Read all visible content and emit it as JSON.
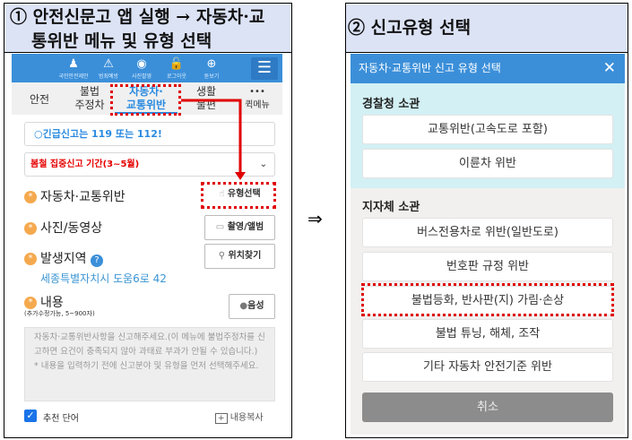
{
  "left_panel": {
    "title_line1": "① 안전신문고 앱 실행 → 자동차·교",
    "title_line2": "통위반 메뉴 및 유형 선택",
    "top_icons": [
      {
        "icon": "user-shield-icon",
        "glyph": "♟",
        "label": "국민안전제안"
      },
      {
        "icon": "siren-icon",
        "glyph": "⚠",
        "label": "범죄예방"
      },
      {
        "icon": "camera-icon",
        "glyph": "◉",
        "label": "사진촬영"
      },
      {
        "icon": "lock-icon",
        "glyph": "🔓",
        "label": "로그아웃"
      },
      {
        "icon": "zoom-icon",
        "glyph": "⊕",
        "label": "돋보기"
      }
    ],
    "tabs": [
      {
        "label": "안전"
      },
      {
        "label": "불법\n주정차"
      },
      {
        "label": "자동차·\n교통위반",
        "active": true
      },
      {
        "label": "생활\n불편"
      },
      {
        "label": "퀵메뉴",
        "icon": "more-dots-icon",
        "glyph": "•••"
      }
    ],
    "emergency_text": "○긴급신고는 119 또는 112!",
    "season_select": "봄철 집중신고 기간(3~5월)",
    "fields": {
      "category_label": "자동차·교통위반",
      "category_button": "유형선택",
      "media_label": "사진/동영상",
      "media_button": "촬영/앨범",
      "location_label": "발생지역",
      "location_button": "위치찾기",
      "address": "세종특별자치시 도움6로 42",
      "content_label": "내용",
      "content_hint": "(추가수정가능, 5~900자)",
      "voice_button": "음성",
      "content_placeholder": "자동차·교통위반사항을 신고해주세요.(이 메뉴에 불법주정차를 신고하면 요건이 충족되지 않아 과태료 부과가 안될 수 있습니다.)\n* 내용을 입력하기 전에 신고분야 및 유형을 먼저 선택해주세요.",
      "recommend_label": "추천 단어",
      "recommend_checked": true,
      "copy_label": "내용복사"
    }
  },
  "arrow": "⇒",
  "right_panel": {
    "title": "② 신고유형 선택",
    "modal_title": "자동차·교통위반 신고 유형 선택",
    "close": "✕",
    "police_section": "경찰청 소관",
    "police_options": [
      "교통위반(고속도로 포함)",
      "이륜차 위반"
    ],
    "local_section": "지자체 소관",
    "local_options": [
      "버스전용차로 위반(일반도로)",
      "번호판 규정 위반",
      "불법등화, 반사판(지) 가림·손상",
      "불법 튜닝, 해체, 조작",
      "기타 자동차 안전기준 위반"
    ],
    "highlighted_option": "불법등화, 반사판(지) 가림·손상",
    "cancel": "취소"
  },
  "colors": {
    "header_blue": "#3b8fd9",
    "highlight_red": "#e00000",
    "title_bg": "#dce3f5",
    "police_bg": "#d3f0f4",
    "local_bg": "#f2f0ef",
    "cancel_bg": "#8c8c8c"
  }
}
